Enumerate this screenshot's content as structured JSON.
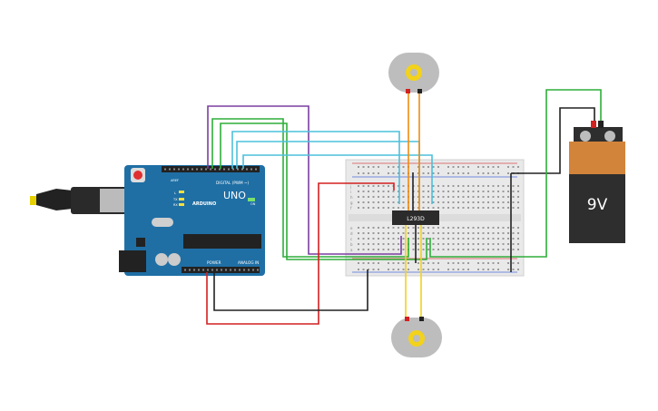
{
  "arduino": {
    "brand": "UNO",
    "wordmark": "ARDUINO",
    "digital_label": "DIGITAL (PWM ~)",
    "power_label": "POWER",
    "analog_label": "ANALOG IN",
    "aref_label": "AREF",
    "tx_label": "TX",
    "rx_label": "RX",
    "l_label": "L",
    "on_label": "ON"
  },
  "driver_chip": {
    "label": "L293D"
  },
  "battery": {
    "label": "9V"
  },
  "breadboard": {
    "row_letters_top": [
      "j",
      "i",
      "h",
      "g",
      "f"
    ],
    "row_letters_bottom": [
      "e",
      "d",
      "c",
      "b",
      "a"
    ]
  },
  "colors": {
    "board_blue": "#1f6fa5",
    "wire_purple": "#7b3fa0",
    "wire_green": "#2fae3a",
    "wire_cyan": "#4cc0dc",
    "wire_red": "#d32020",
    "wire_black": "#222222",
    "wire_orange": "#f08c10",
    "wire_yellow": "#f2d21b",
    "battery_top": "#d2843a",
    "battery_body": "#2e2e2e"
  }
}
